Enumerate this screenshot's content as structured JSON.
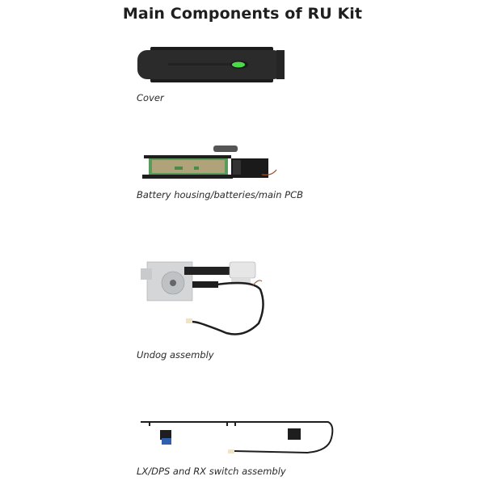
{
  "page": {
    "title": "Main Components of RU Kit"
  },
  "components": [
    {
      "name": "cover",
      "caption": "Cover",
      "icon": "cover-image"
    },
    {
      "name": "battery-housing",
      "caption": "Battery housing/batteries/main PCB",
      "icon": "battery-housing-image"
    },
    {
      "name": "undog-assembly",
      "caption": "Undog assembly",
      "icon": "undog-assembly-image"
    },
    {
      "name": "switch-assembly",
      "caption": "LX/DPS and RX switch assembly",
      "icon": "switch-assembly-image"
    }
  ],
  "colors": {
    "cover_body": "#2b2b2b",
    "cover_led": "#4cd94a",
    "pcb_green": "#5a9a5a",
    "pcb_board": "#b0a37a",
    "housing_black": "#1e1e1e",
    "connector_blue": "#2f5fae"
  }
}
